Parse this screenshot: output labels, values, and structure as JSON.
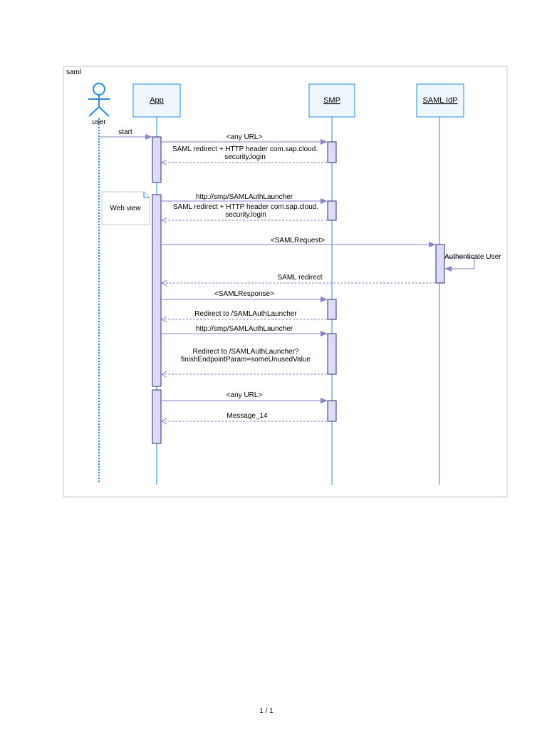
{
  "frame": {
    "title": "saml"
  },
  "participants": {
    "user": {
      "label": "user",
      "icon": "actor-icon"
    },
    "app": {
      "label": "App"
    },
    "smp": {
      "label": "SMP"
    },
    "idp": {
      "label": "SAML IdP"
    }
  },
  "note": {
    "text": "Web view"
  },
  "messages": [
    {
      "text": "start",
      "from": "user",
      "to": "app",
      "kind": "call"
    },
    {
      "text": "<any URL>",
      "from": "app",
      "to": "smp",
      "kind": "call"
    },
    {
      "text": "SAML redirect + HTTP header com.sap.cloud.",
      "text2": "security.login",
      "from": "smp",
      "to": "app",
      "kind": "return"
    },
    {
      "text": "http://smp/SAMLAuthLauncher",
      "from": "app",
      "to": "smp",
      "kind": "call"
    },
    {
      "text": "SAML redirect + HTTP header com.sap.cloud.",
      "text2": "security.login",
      "from": "smp",
      "to": "app",
      "kind": "return"
    },
    {
      "text": "<SAMLRequest>",
      "from": "app",
      "to": "idp",
      "kind": "call"
    },
    {
      "text": "Authenticate User",
      "from": "idp",
      "to": "idp",
      "kind": "self"
    },
    {
      "text": "SAML redirect",
      "from": "idp",
      "to": "app",
      "kind": "return"
    },
    {
      "text": "<SAMLResponse>",
      "from": "app",
      "to": "smp",
      "kind": "call"
    },
    {
      "text": "Redirect to /SAMLAuthLauncher",
      "from": "smp",
      "to": "app",
      "kind": "return"
    },
    {
      "text": "http://smp/SAMLAuthLauncher",
      "from": "app",
      "to": "smp",
      "kind": "call"
    },
    {
      "text": "Redirect to /SAMLAuthLauncher?",
      "text2": "finishEndpointParam=someUnusedValue",
      "from": "smp",
      "to": "app",
      "kind": "return"
    },
    {
      "text": "<any URL>",
      "from": "app",
      "to": "smp",
      "kind": "call"
    },
    {
      "text": "Message_14",
      "from": "smp",
      "to": "app",
      "kind": "return"
    }
  ],
  "footer": {
    "page": "1 / 1"
  },
  "colors": {
    "lifeline": "#2a8bd8",
    "box_fill": "#eef7fc",
    "activation_fill": "#dcdcf6",
    "arrow": "#8a86c8",
    "frame_border": "#c8c8c8"
  }
}
